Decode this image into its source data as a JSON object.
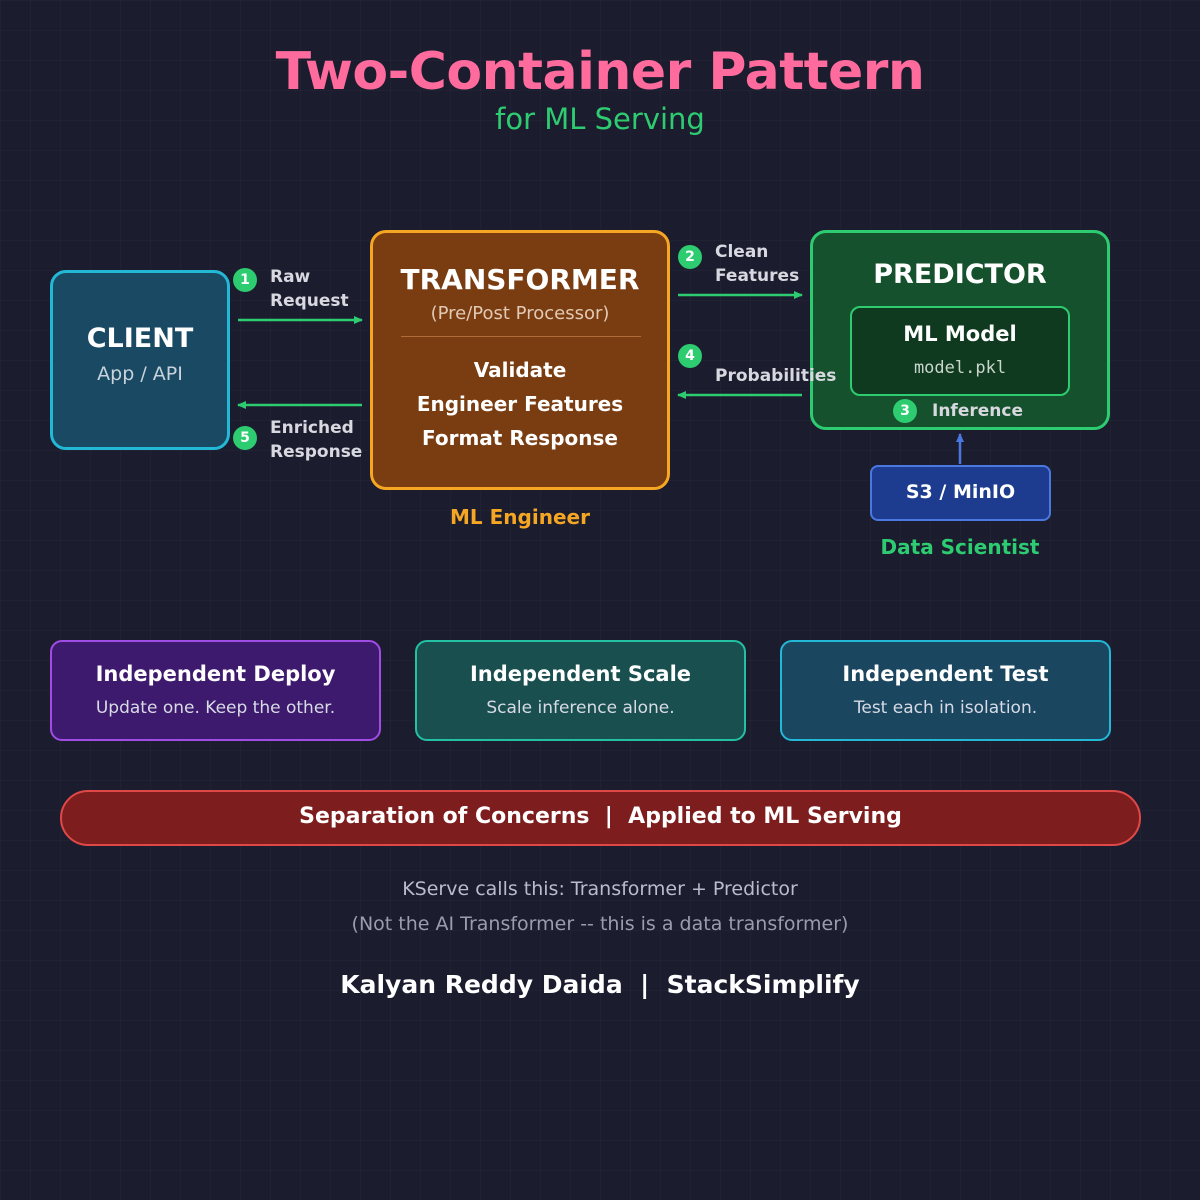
{
  "header": {
    "title": "Two-Container Pattern",
    "subtitle": "for ML Serving"
  },
  "client": {
    "title": "CLIENT",
    "subtitle": "App / API"
  },
  "transformer": {
    "title": "TRANSFORMER",
    "subtitle": "(Pre/Post Processor)",
    "tasks": [
      "Validate",
      "Engineer Features",
      "Format Response"
    ],
    "owner": "ML Engineer"
  },
  "predictor": {
    "title": "PREDICTOR",
    "model_title": "ML Model",
    "model_file": "model.pkl",
    "owner": "Data Scientist"
  },
  "storage": {
    "label": "S3 / MinIO"
  },
  "steps": [
    {
      "number": "1",
      "line1": "Raw",
      "line2": "Request"
    },
    {
      "number": "2",
      "line1": "Clean",
      "line2": "Features"
    },
    {
      "number": "3",
      "line1": "Inference"
    },
    {
      "number": "4",
      "line1": "Probabilities"
    },
    {
      "number": "5",
      "line1": "Enriched",
      "line2": "Response"
    }
  ],
  "benefits": [
    {
      "title": "Independent Deploy",
      "desc": "Update one. Keep the other."
    },
    {
      "title": "Independent Scale",
      "desc": "Scale inference alone."
    },
    {
      "title": "Independent Test",
      "desc": "Test each in isolation."
    }
  ],
  "banner": {
    "text": "Separation of Concerns  |  Applied to ML Serving"
  },
  "notes": {
    "line1": "KServe calls this: Transformer + Predictor",
    "line2": "(Not the AI Transformer -- this is a data transformer)"
  },
  "footer": {
    "credit": "Kalyan Reddy Daida  |  StackSimplify"
  },
  "colors": {
    "title": "#ff6b9d",
    "accent_green": "#2ecc71",
    "accent_orange": "#f5a623",
    "accent_cyan": "#22b8d6",
    "arrow_blue": "#4a78e0",
    "banner_red": "#7e1d1d"
  }
}
